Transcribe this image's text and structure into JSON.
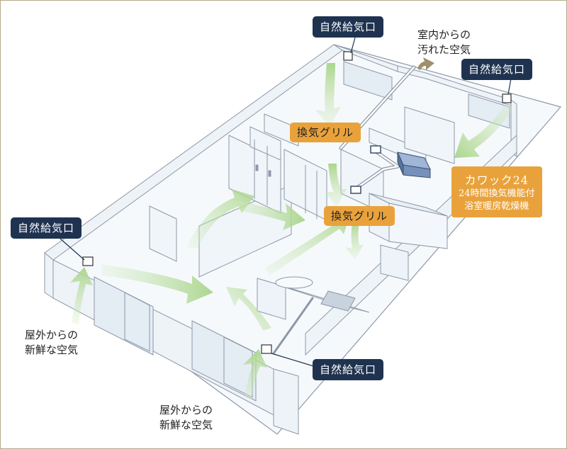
{
  "callouts": {
    "intake_top": "自然給気口",
    "intake_right": "自然給気口",
    "intake_left": "自然給気口",
    "intake_bottom": "自然給気口"
  },
  "grilles": {
    "upper": "換気グリル",
    "lower": "換気グリル"
  },
  "unit": {
    "name": "カワック24",
    "desc_line1": "24時間換気機能付",
    "desc_line2": "浴室暖房乾燥機"
  },
  "notes": {
    "exhaust_line1": "室内からの",
    "exhaust_line2": "汚れた空気",
    "fresh_left_line1": "屋外からの",
    "fresh_left_line2": "新鮮な空気",
    "fresh_bottom_line1": "屋外からの",
    "fresh_bottom_line2": "新鮮な空気"
  },
  "colors": {
    "callout_bg": "#1f3350",
    "grille_bg": "#e9a23b",
    "fresh_air_arrow": "#b9dc9c",
    "exhaust_arrow": "#a08f6d",
    "wall_fill": "#f3f7fb",
    "wall_stroke": "#8d98a7",
    "border": "#b7a989"
  }
}
